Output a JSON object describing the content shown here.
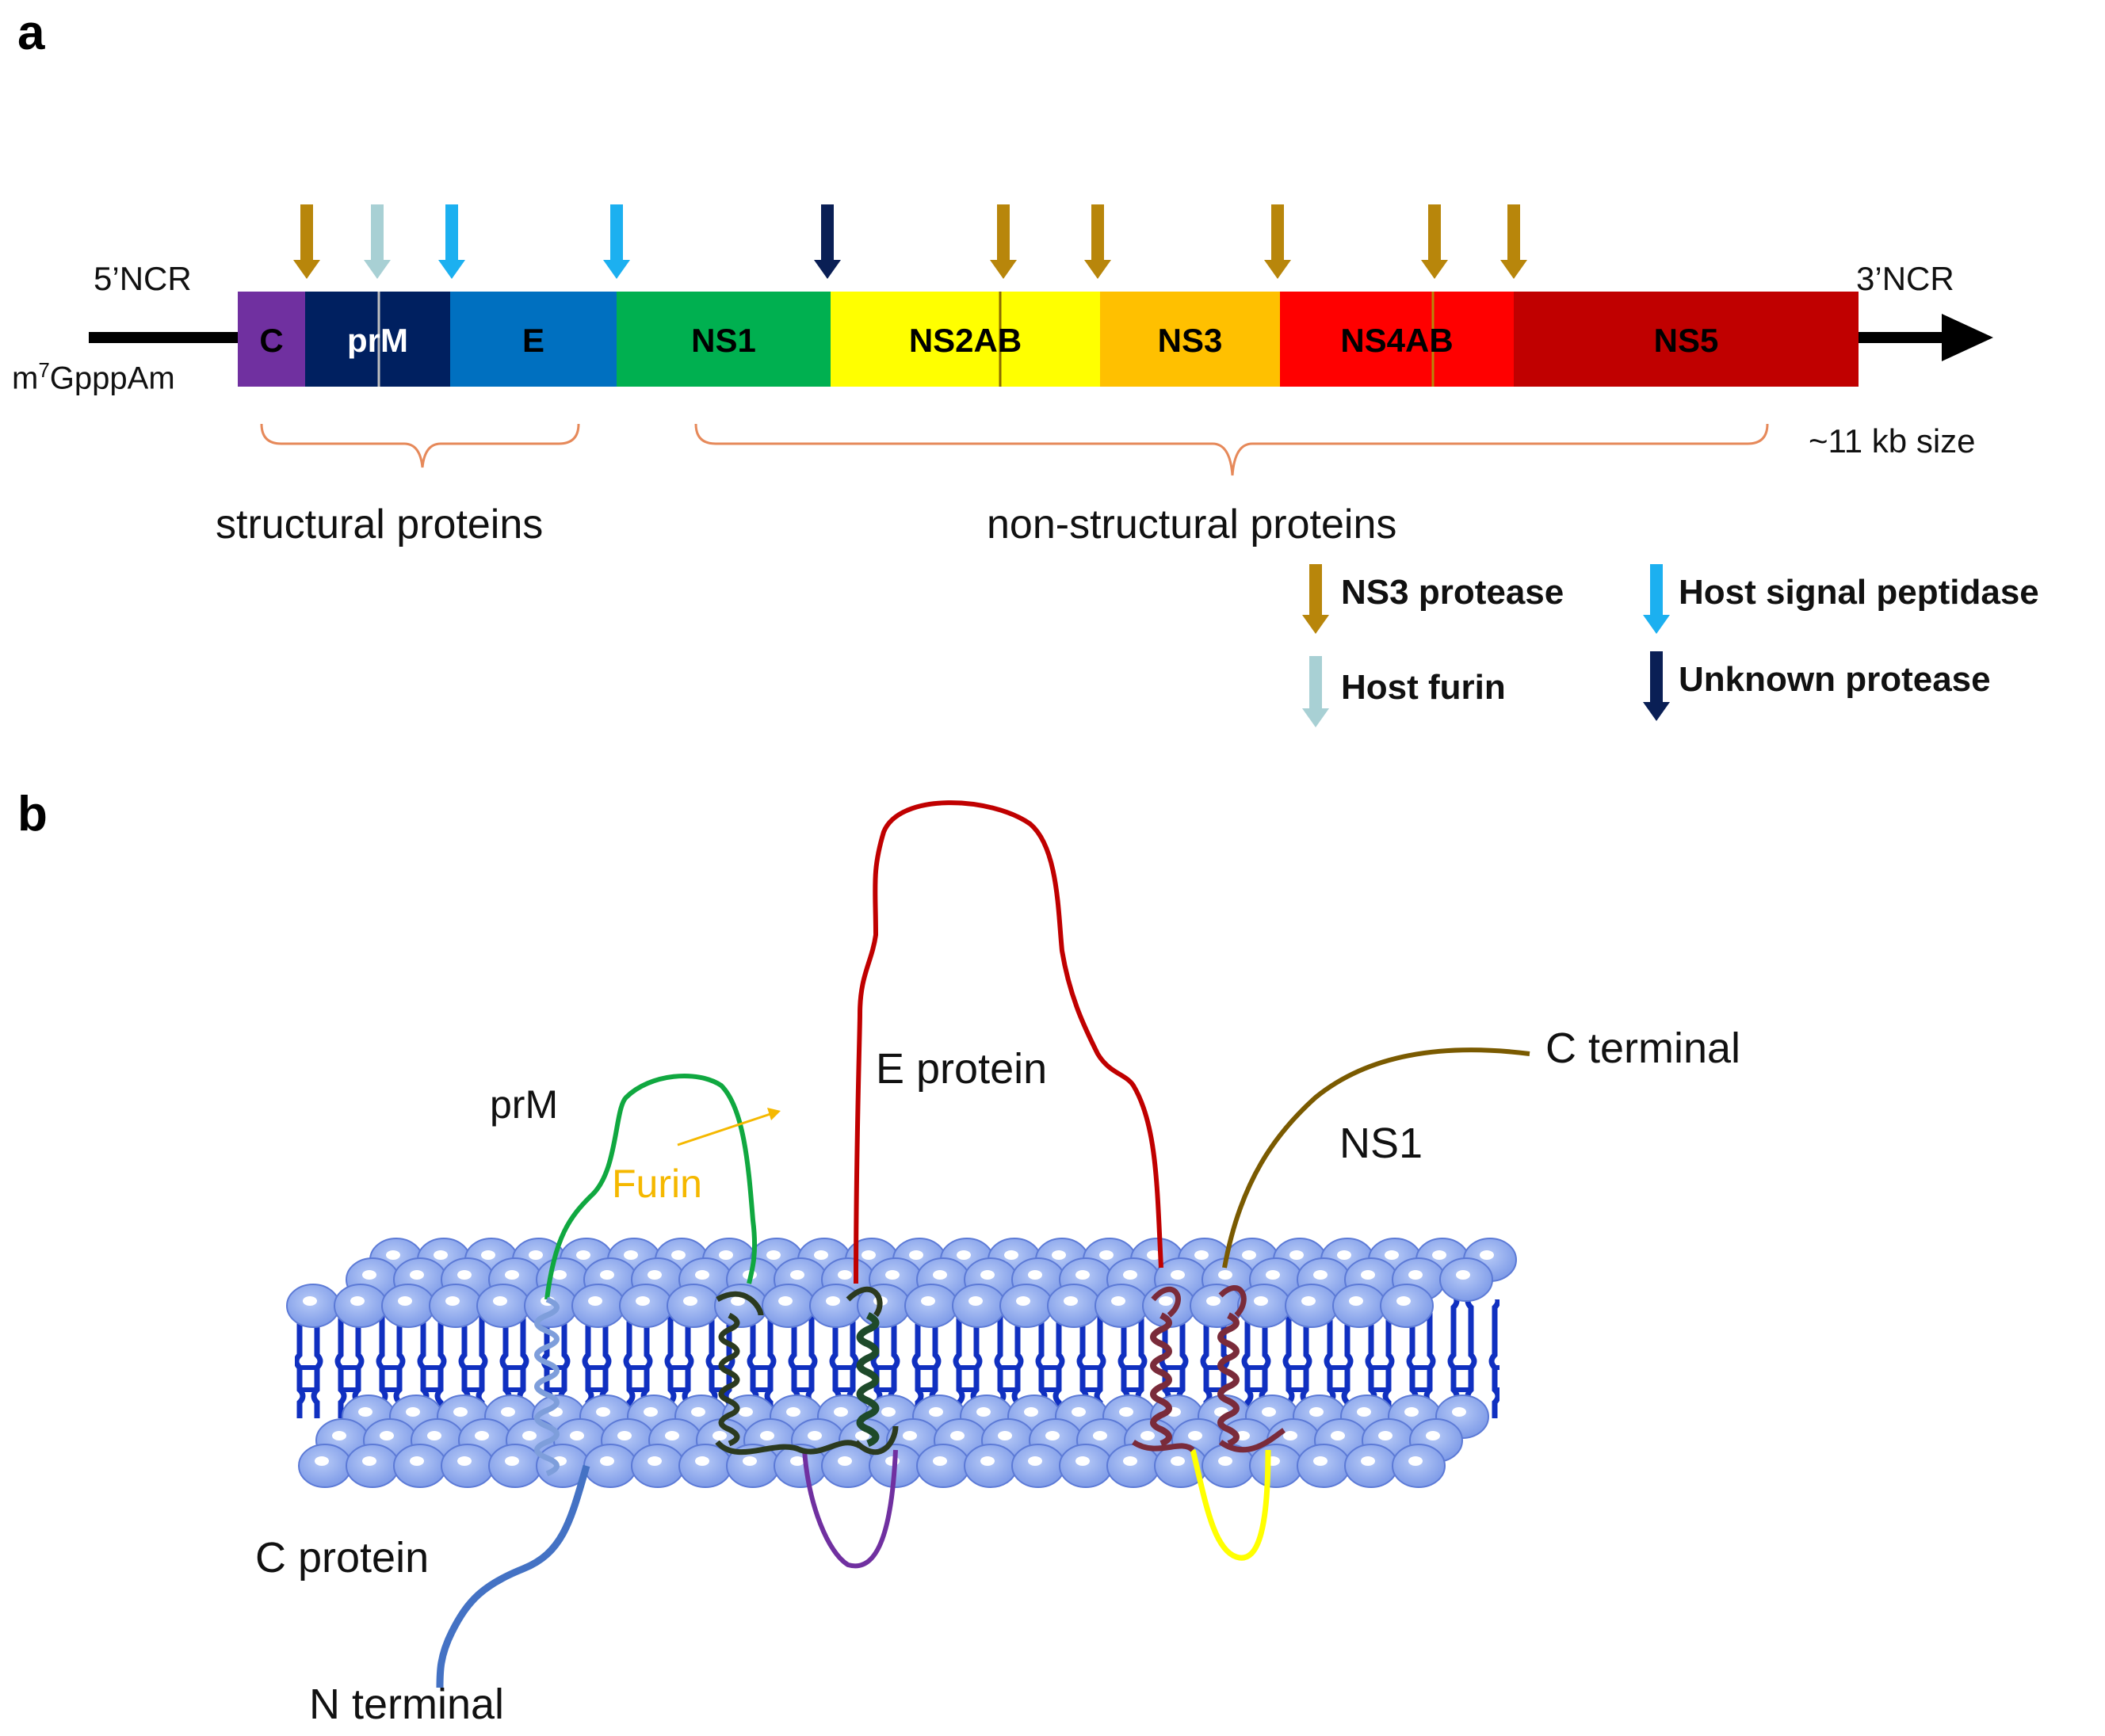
{
  "panel_a": {
    "label": "a",
    "five_ncr": "5’NCR",
    "cap_prefix": "m",
    "cap_superscript": "7",
    "cap_suffix": "GpppAm",
    "three_ncr": "3’NCR",
    "size_text": "~11 kb size",
    "structural_label": "structural proteins",
    "nonstructural_label": "non-structural proteins",
    "segments": [
      {
        "name": "C",
        "color": "#7030A0",
        "text_color": "#000000"
      },
      {
        "name": "prM",
        "color": "#002060",
        "text_color": "#ffffff"
      },
      {
        "name": "E",
        "color": "#0070C0",
        "text_color": "#000000"
      },
      {
        "name": "NS1",
        "color": "#00B050",
        "text_color": "#000000"
      },
      {
        "name": "NS2AB",
        "color": "#FFFF00",
        "text_color": "#000000"
      },
      {
        "name": "NS3",
        "color": "#FFC000",
        "text_color": "#000000"
      },
      {
        "name": "NS4AB",
        "color": "#FF0000",
        "text_color": "#000000"
      },
      {
        "name": "NS5",
        "color": "#C00000",
        "text_color": "#000000"
      }
    ],
    "cleavage_arrows": [
      "ns3",
      "furin",
      "signal",
      "signal",
      "unknown",
      "ns3",
      "ns3",
      "ns3",
      "ns3",
      "ns3"
    ],
    "legend": [
      {
        "key": "ns3",
        "label": "NS3 protease",
        "color": "#B8860B"
      },
      {
        "key": "signal",
        "label": "Host signal peptidase",
        "color": "#1CB0F0"
      },
      {
        "key": "furin",
        "label": "Host furin",
        "color": "#A8D0D4"
      },
      {
        "key": "unknown",
        "label": "Unknown protease",
        "color": "#0A1F55"
      }
    ]
  },
  "panel_b": {
    "label": "b",
    "prm_label": "prM",
    "furin_label": "Furin",
    "e_protein_label": "E protein",
    "c_terminal_label": "C terminal",
    "ns1_label": "NS1",
    "c_protein_label": "C protein",
    "n_terminal_label": "N terminal",
    "colors": {
      "membrane_head": "#8EA9EE",
      "membrane_tail": "#1030C0",
      "prm_loop": "#10A840",
      "furin": "#F5B800",
      "e_loop": "#C00000",
      "ns1_tail": "#7A5A00",
      "c_tail": "#4472C4",
      "purple_loop": "#7030A0",
      "yellow_loop": "#FFFF00"
    }
  }
}
